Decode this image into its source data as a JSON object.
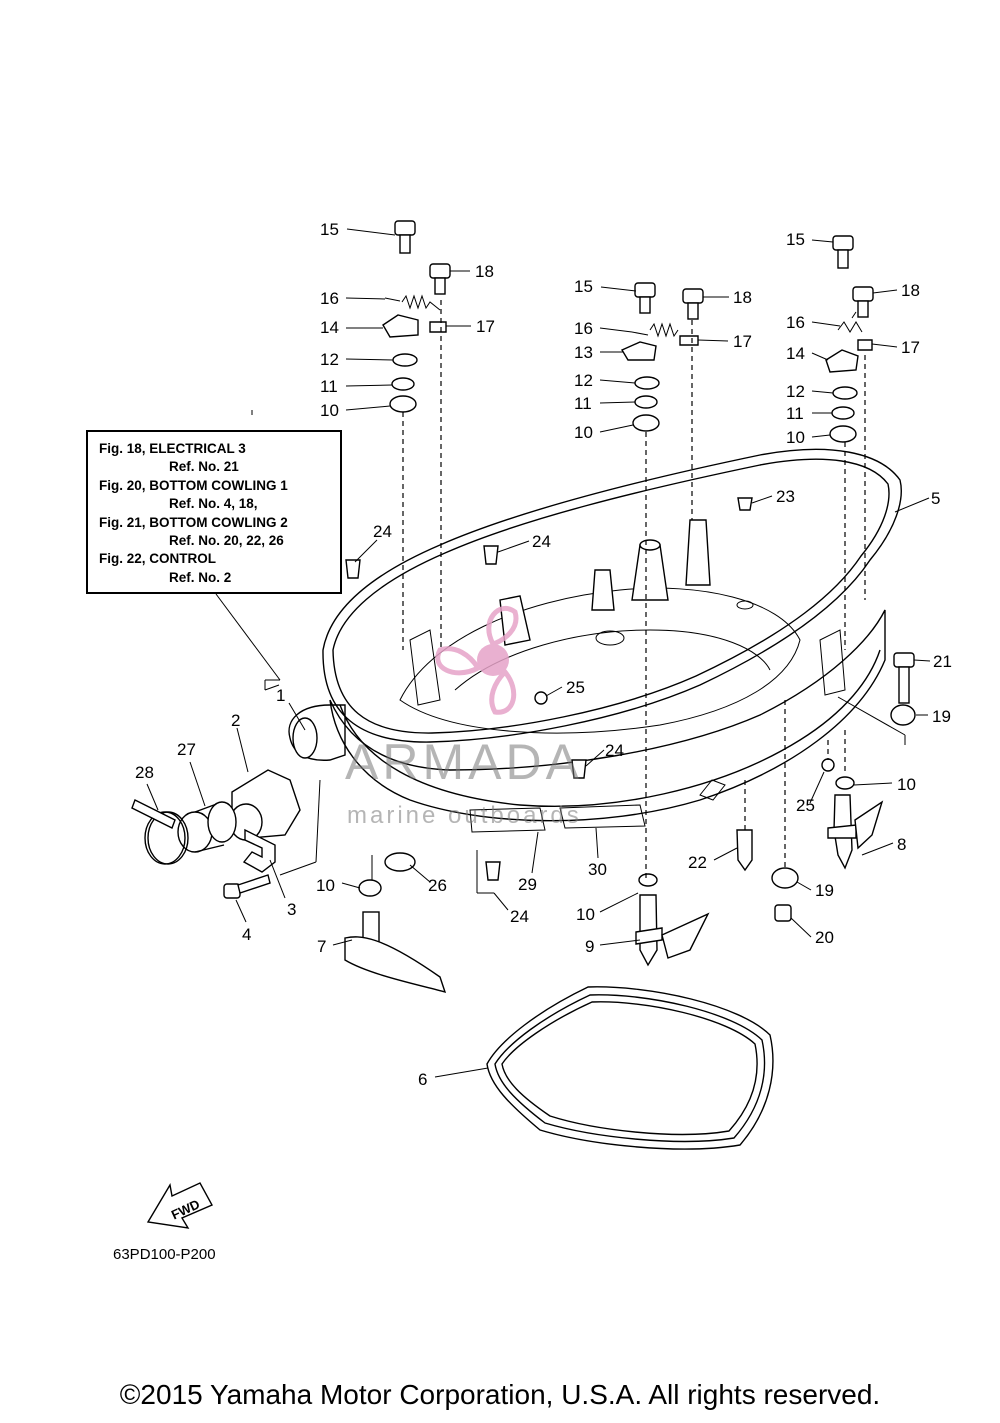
{
  "diagram": {
    "reference_box": {
      "lines": [
        "Fig. 18, ELECTRICAL 3",
        "Ref. No. 21",
        "Fig. 20, BOTTOM COWLING 1",
        "Ref. No. 4, 18,",
        "Fig. 21, BOTTOM COWLING 2",
        "Ref. No. 20, 22, 26",
        "Fig. 22, CONTROL",
        "Ref. No. 2"
      ]
    },
    "callouts": {
      "c1": "1",
      "c2": "2",
      "c3": "3",
      "c4": "4",
      "c5": "5",
      "c6": "6",
      "c7": "7",
      "c8": "8",
      "c9": "9",
      "c10a": "10",
      "c10b": "10",
      "c10c": "10",
      "c10d": "10",
      "c10e": "10",
      "c10f": "10",
      "c11a": "11",
      "c11b": "11",
      "c11c": "11",
      "c12a": "12",
      "c12b": "12",
      "c12c": "12",
      "c13": "13",
      "c14a": "14",
      "c14b": "14",
      "c15a": "15",
      "c15b": "15",
      "c15c": "15",
      "c16a": "16",
      "c16b": "16",
      "c16c": "16",
      "c17a": "17",
      "c17b": "17",
      "c17c": "17",
      "c18a": "18",
      "c18b": "18",
      "c18c": "18",
      "c19a": "19",
      "c19b": "19",
      "c20": "20",
      "c21": "21",
      "c22": "22",
      "c23": "23",
      "c24a": "24",
      "c24b": "24",
      "c24c": "24",
      "c24d": "24",
      "c25a": "25",
      "c25b": "25",
      "c26": "26",
      "c27": "27",
      "c28": "28",
      "c29": "29",
      "c30": "30"
    },
    "fwd_label": "FWD",
    "drawing_code": "63PD100-P200",
    "copyright": "©2015 Yamaha Motor Corporation, U.S.A. All rights reserved."
  },
  "watermark": {
    "title": "ARMADA",
    "subtitle": "marine outboards",
    "logo_color": "#e6a3c8",
    "text_color": "#8c8c8c"
  }
}
